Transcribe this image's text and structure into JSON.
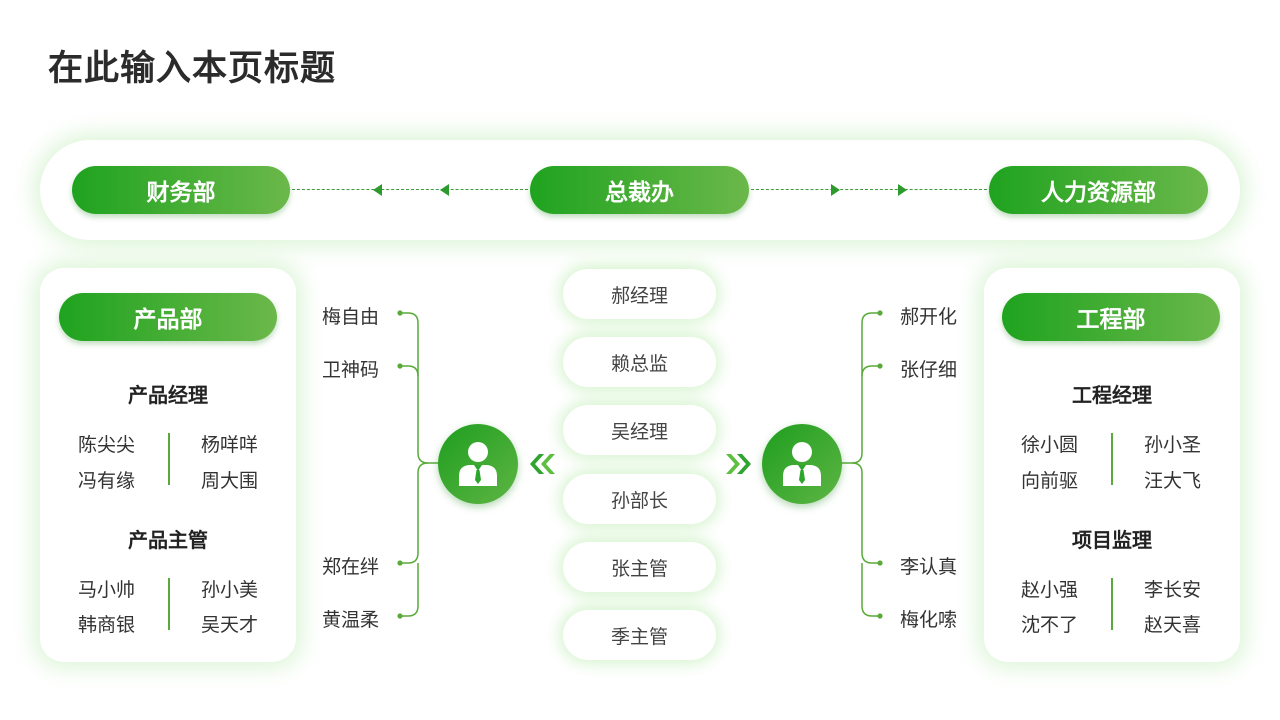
{
  "page_title": "在此输入本页标题",
  "top": {
    "left": "财务部",
    "center": "总裁办",
    "right": "人力资源部"
  },
  "left_dept": {
    "title": "产品部",
    "groups": [
      {
        "role": "产品经理",
        "names": [
          "陈尖尖",
          "杨咩咩",
          "冯有缘",
          "周大围"
        ]
      },
      {
        "role": "产品主管",
        "names": [
          "马小帅",
          "孙小美",
          "韩商银",
          "吴天才"
        ]
      }
    ]
  },
  "right_dept": {
    "title": "工程部",
    "groups": [
      {
        "role": "工程经理",
        "names": [
          "徐小圆",
          "孙小圣",
          "向前驱",
          "汪大飞"
        ]
      },
      {
        "role": "项目监理",
        "names": [
          "赵小强",
          "李长安",
          "沈不了",
          "赵天喜"
        ]
      }
    ]
  },
  "left_people": [
    "梅自由",
    "卫神码",
    "郑在绊",
    "黄温柔"
  ],
  "right_people": [
    "郝开化",
    "张仔细",
    "李认真",
    "梅化嗦"
  ],
  "center_list": [
    "郝经理",
    "赖总监",
    "吴经理",
    "孙部长",
    "张主管",
    "季主管"
  ],
  "icons": {
    "left_person": "businessman-icon",
    "right_person": "businessman-icon",
    "left_arrow": "double-chevron-left-icon",
    "right_arrow": "double-chevron-right-icon"
  },
  "colors": {
    "accent_dark": "#1fa31f",
    "accent_light": "#6bb84a",
    "glow": "#82dc6e"
  }
}
